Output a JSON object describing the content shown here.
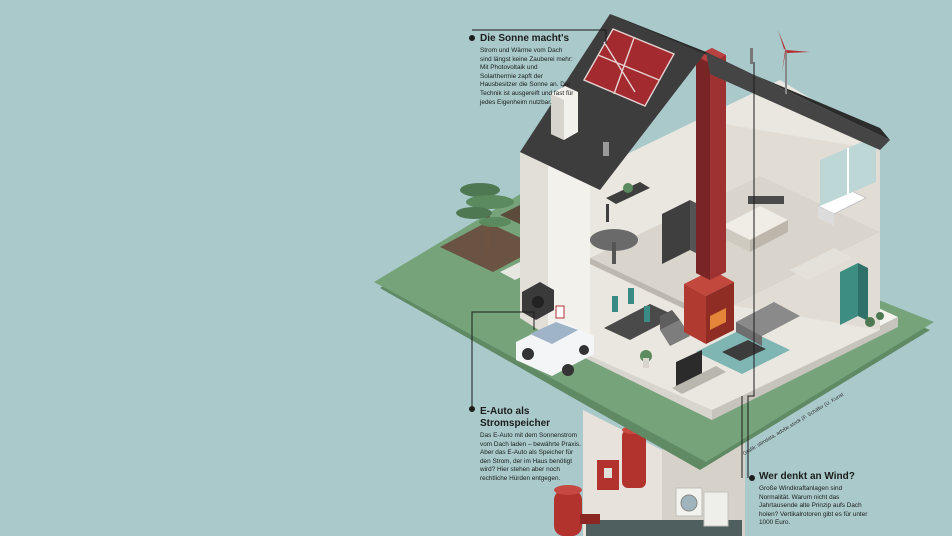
{
  "annotations": {
    "sun": {
      "title": "Die Sonne macht's",
      "text": "Strom und Wärme vom Dach sind längst keine Zauberei mehr: Mit Photovoltaik und Solarthermie zapft der Hausbesitzer die Sonne an. Die Technik ist ausgereift und fast für jedes Eigenheim nutzbar."
    },
    "car": {
      "title": "E-Auto als Stromspeicher",
      "text": "Das E-Auto mit dem Sonnenstrom vom Dach laden – bewährte Praxis. Aber das E-Auto als Speicher für den Strom, der im Haus benötigt wird? Hier stehen aber noch rechtliche Hürden entgegen."
    },
    "wind": {
      "title": "Wer denkt an Wind?",
      "text": "Große Windkraftanlagen sind Normalität. Warum nicht das Jahrtausende alte Prinzip aufs Dach holen? Vertikalrotoren gibt es für unter 1000 Euro."
    }
  },
  "credit": "Grafik: slimdata, adobe.stock (F. Schäfer (U. Kunst",
  "colors": {
    "background": "#a9c9cb",
    "lawn": "#6f9d74",
    "roof": "#3b3b3b",
    "chimney": "#8e2e2e",
    "solar": "#b12f33",
    "wall": "#f1efea"
  }
}
